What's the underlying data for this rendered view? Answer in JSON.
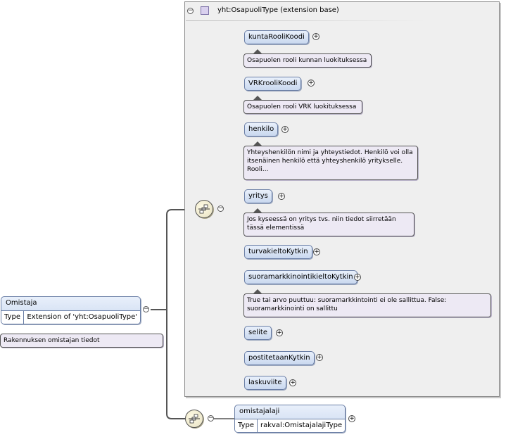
{
  "root": {
    "name": "Omistaja",
    "type_key": "Type",
    "type_value": "Extension of 'yht:OsapuoliType'",
    "documentation": "Rakennuksen omistajan tiedot"
  },
  "base": {
    "title": "yht:OsapuoliType (extension base)"
  },
  "elements": [
    {
      "name": "kuntaRooliKoodi",
      "doc": "Osapuolen rooli kunnan luokituksessa"
    },
    {
      "name": "VRKrooliKoodi",
      "doc": "Osapuolen rooli VRK luokituksessa"
    },
    {
      "name": "henkilo",
      "doc": "Yhteyshenkilön nimi ja yhteystiedot. Henkilö voi olla itsenäinen henkilö että yhteyshenkilö yritykselle. Rooli..."
    },
    {
      "name": "yritys",
      "doc": "Jos kyseessä on yritys tvs. niin tiedot siirretään tässä elementissä"
    },
    {
      "name": "turvakieltoKytkin",
      "doc": ""
    },
    {
      "name": "suoramarkkinointikieltoKytkin",
      "doc": "True tai arvo puuttuu: suoramarkkintointi ei ole sallittua. False: suoramarkkinointi on sallittu"
    },
    {
      "name": "selite",
      "doc": ""
    },
    {
      "name": "postitetaanKytkin",
      "doc": ""
    },
    {
      "name": "laskuviite",
      "doc": ""
    }
  ],
  "omistajalaji": {
    "name": "omistajalaji",
    "type_key": "Type",
    "type_value": "rakval:OmistajalajiType"
  },
  "symbols": {
    "collapse": "⊖",
    "expand": "+",
    "minus": "−"
  }
}
